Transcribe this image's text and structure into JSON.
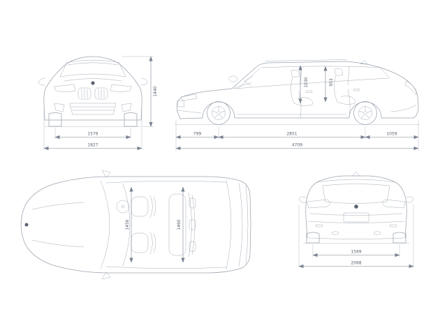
{
  "colors": {
    "background": "#ffffff",
    "car_line": "#9aa3ae",
    "dimension_line": "#7a8290",
    "label_text": "#5b6270"
  },
  "views": {
    "front": {
      "dimensions": {
        "track_width": "1579",
        "overall_width": "1827",
        "overall_height": "1440"
      }
    },
    "side": {
      "dimensions": {
        "front_overhang": "799",
        "wheelbase": "2851",
        "rear_overhang": "1059",
        "overall_length": "4709",
        "front_headroom": "1030",
        "rear_headroom": "953"
      }
    },
    "top": {
      "dimensions": {
        "front_interior_width": "1456",
        "rear_interior_width": "1460"
      }
    },
    "rear": {
      "dimensions": {
        "rear_track_width": "1569",
        "overall_width_incl_mirrors": "2068"
      }
    }
  }
}
